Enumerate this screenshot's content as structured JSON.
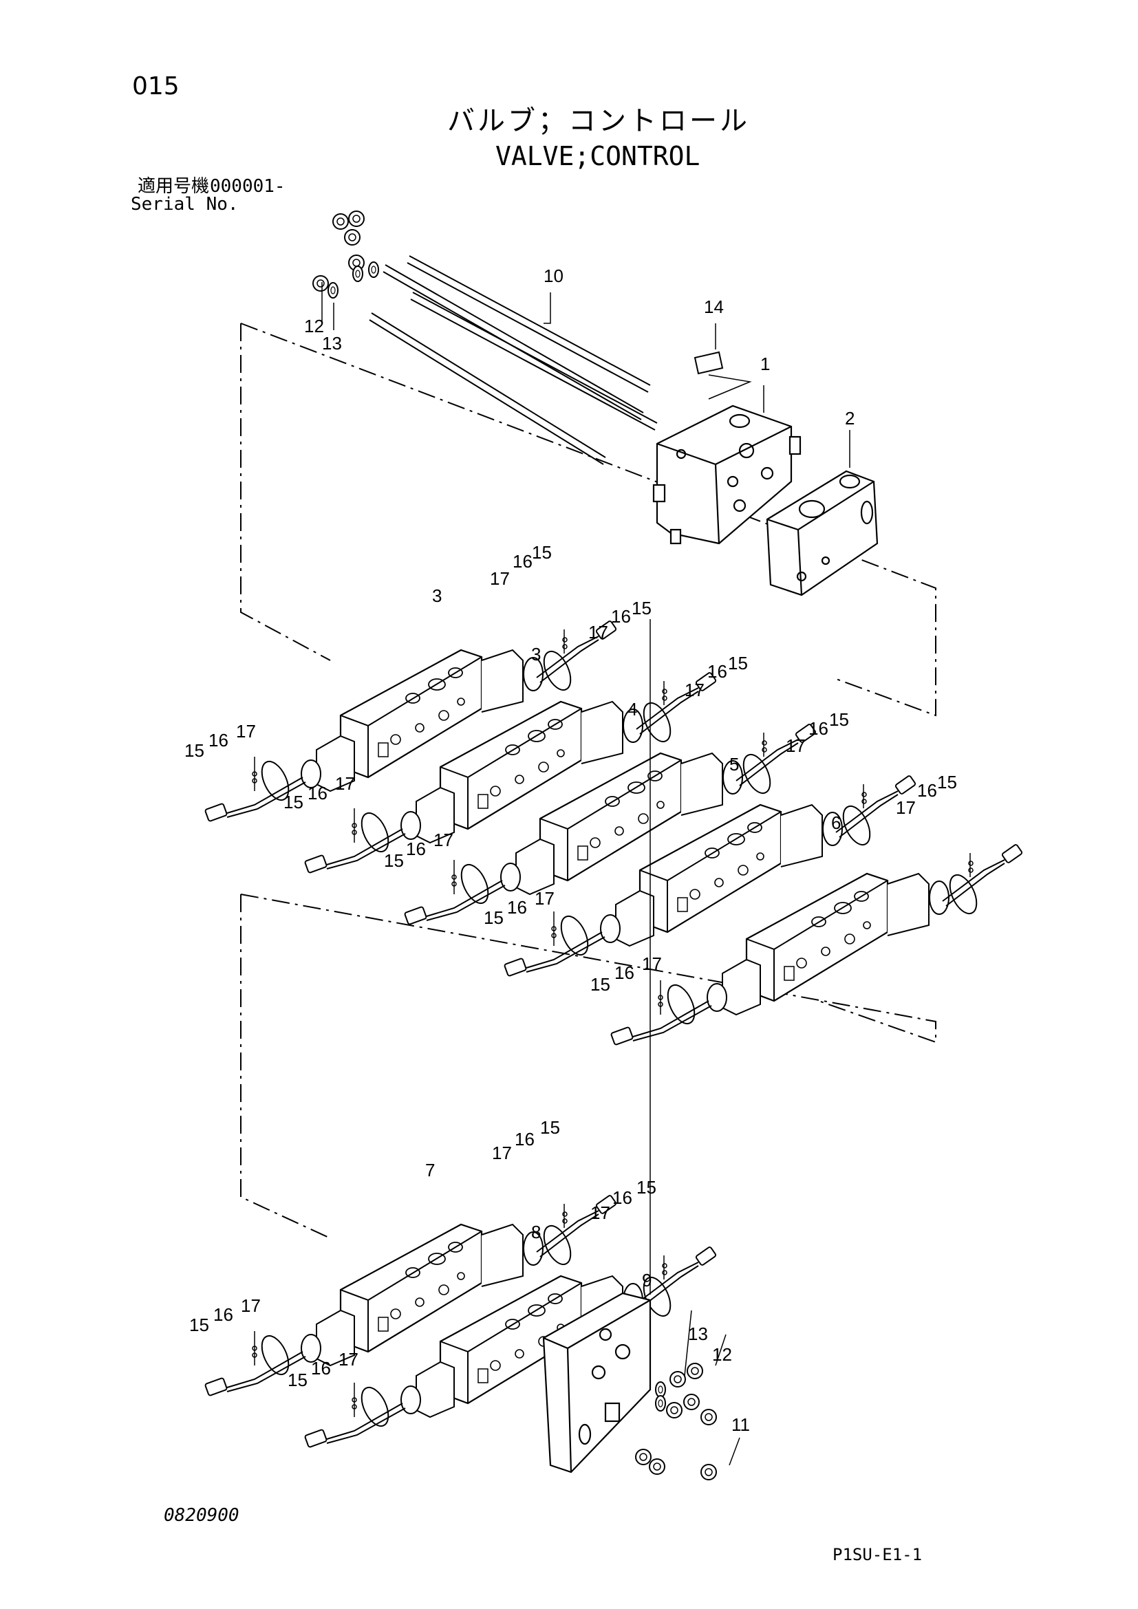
{
  "page_number": "015",
  "title_jp": "バルブ；コントロール",
  "title_en": "VALVE;CONTROL",
  "serial": {
    "label_jp": "適用号機",
    "label_en": "Serial No.",
    "value": "000001-"
  },
  "drawing_code": "0820900",
  "page_ref": "P1SU-E1-1",
  "callouts": {
    "c10": "10",
    "c14": "14",
    "c1": "1",
    "c2": "2",
    "c12a": "12",
    "c13a": "13",
    "s1_3": "3",
    "s1_17a": "17",
    "s1_16a": "16",
    "s1_15a": "15",
    "s1_17b": "17",
    "s1_16b": "16",
    "s1_15b": "15",
    "s2_3": "3",
    "s2_17a": "17",
    "s2_16a": "16",
    "s2_15a": "15",
    "s2_17b": "17",
    "s2_16b": "16",
    "s2_15b": "15",
    "s3_4": "4",
    "s3_17a": "17",
    "s3_16a": "16",
    "s3_15a": "15",
    "s3_17b": "17",
    "s3_16b": "16",
    "s3_15b": "15",
    "s4_5": "5",
    "s4_17a": "17",
    "s4_16a": "16",
    "s4_15a": "15",
    "s4_17b": "17",
    "s4_16b": "16",
    "s4_15b": "15",
    "s5_6": "6",
    "s5_17a": "17",
    "s5_16a": "16",
    "s5_15a": "15",
    "s5_17b": "17",
    "s5_16b": "16",
    "s5_15b": "15",
    "s6_7": "7",
    "s6_17a": "17",
    "s6_16a": "16",
    "s6_15a": "15",
    "s6_17b": "17",
    "s6_16b": "16",
    "s6_15b": "15",
    "s7_8": "8",
    "s7_17a": "17",
    "s7_16a": "16",
    "s7_15a": "15",
    "s7_17b": "17",
    "s7_16b": "16",
    "s7_15b": "15",
    "c9": "9",
    "c13b": "13",
    "c12b": "12",
    "c11": "11"
  }
}
